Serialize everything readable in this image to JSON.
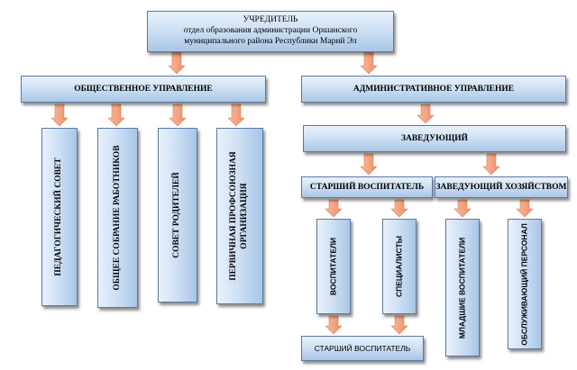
{
  "founder": {
    "title": "УЧРЕДИТЕЛЬ",
    "line1": "отдел образования администрации Оршанского",
    "line2": "муниципального района Республики Марий Эл"
  },
  "public_management": {
    "title": "ОБЩЕСТВЕННОЕ УПРАВЛЕНИЕ",
    "items": [
      "ПЕДАГОГИЧЕСКИЙ СОВЕТ",
      "ОБЩЕЕ СОБРАНИЕ РАБОТНИКОВ",
      "СОВЕТ РОДИТЕЛЕЙ",
      "ПЕРВИЧНАЯ ПРОФСОЮЗНАЯ",
      "ОРГАНИЗАЦИЯ"
    ]
  },
  "admin_management": {
    "title": "АДМИНИСТРАТИВНОЕ УПРАВЛЕНИЕ",
    "head": "ЗАВЕДУЮЩИЙ",
    "senior_educator": "СТАРШИЙ ВОСПИТАТЕЛЬ",
    "housekeeping_head": "ЗАВЕДУЮЩИЙ ХОЗЯЙСТВОМ",
    "educators": "ВОСПИТАТЕЛИ",
    "specialists": "СПЕЦИАЛИСТЫ",
    "junior_educators": "МЛАДШИЕ ВОСПИТАТЕЛИ",
    "service_staff": "ОБСЛУЖИВАЮЩИЙ ПЕРСОНАЛ",
    "bottom": "СТАРШИЙ ВОСПИТАТЕЛЬ"
  },
  "colors": {
    "box_border": "#5a7aa0",
    "box_fill_light": "#e8f1fb",
    "box_fill_dark": "#a9c6e6",
    "arrow": "#f4a582",
    "arrow_border": "#d9825c"
  }
}
